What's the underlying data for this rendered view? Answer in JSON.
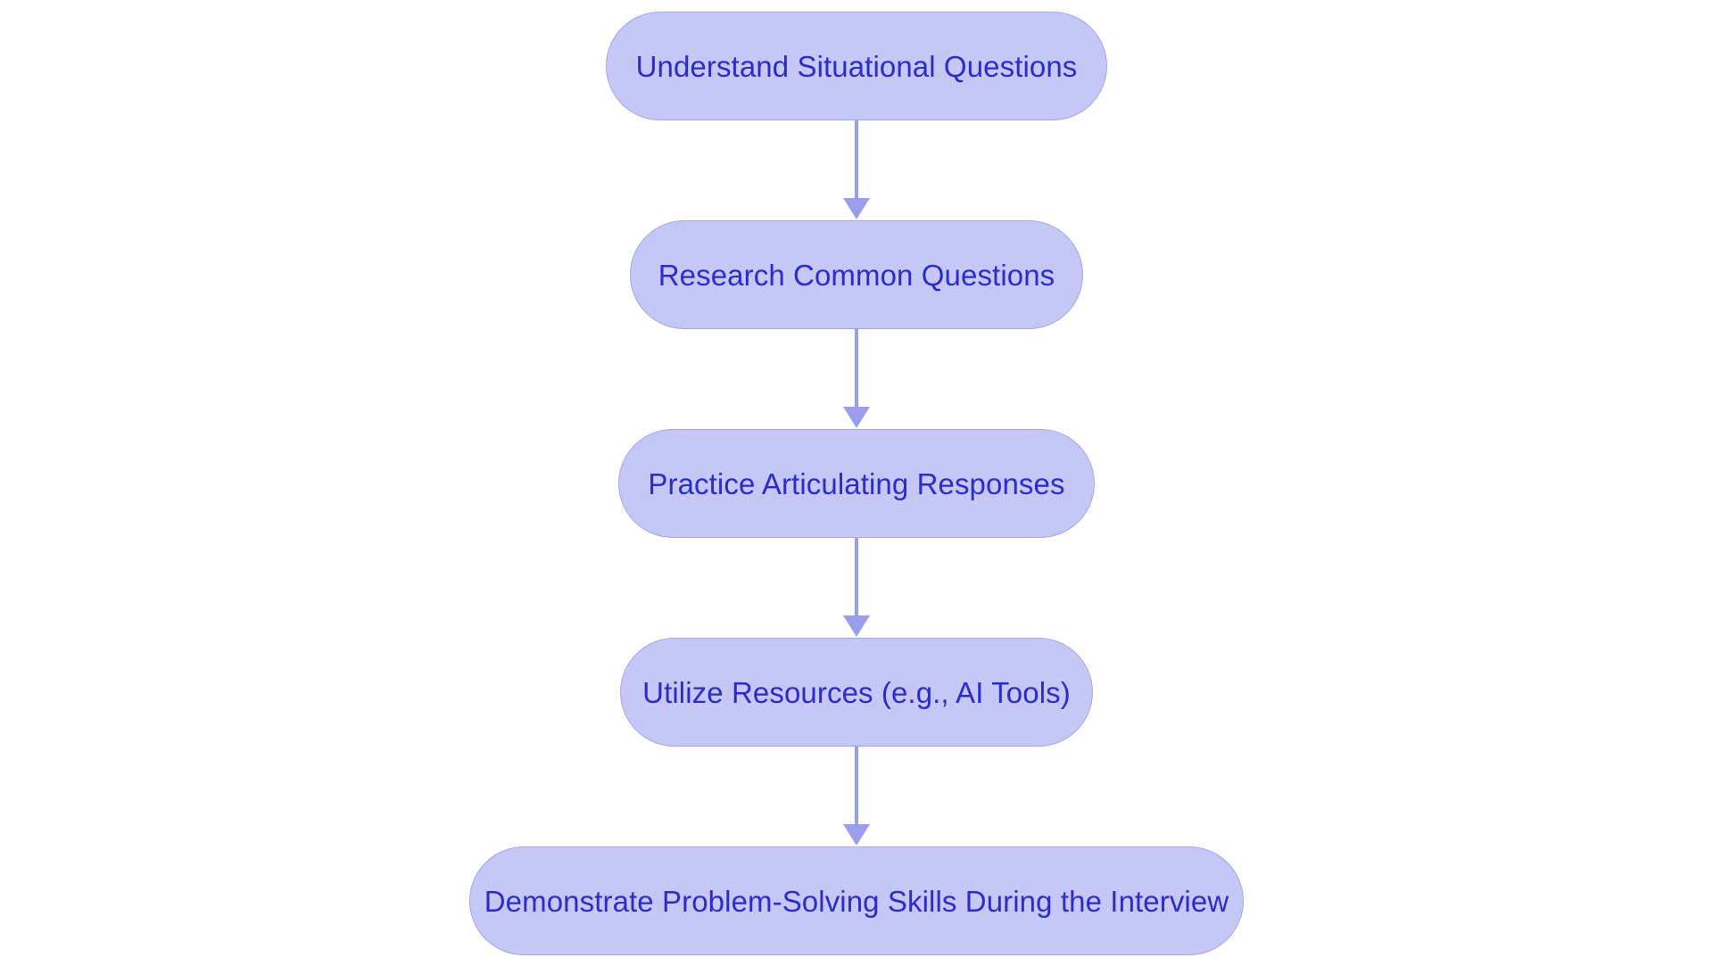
{
  "diagram": {
    "type": "flowchart",
    "orientation": "vertical-top-to-bottom",
    "background_color": "#ffffff",
    "node_fill_color": "#c5c8f7",
    "node_border_color": "#a3a7e8",
    "node_text_color": "#2c2ccc",
    "connector_color": "#9a9eec",
    "nodes": [
      {
        "id": "step-1",
        "label": "Understand Situational Questions"
      },
      {
        "id": "step-2",
        "label": "Research Common Questions"
      },
      {
        "id": "step-3",
        "label": "Practice Articulating Responses"
      },
      {
        "id": "step-4",
        "label": "Utilize Resources (e.g., AI Tools)"
      },
      {
        "id": "step-5",
        "label": "Demonstrate Problem-Solving Skills During the Interview"
      }
    ],
    "connectors": [
      {
        "from": "step-1",
        "to": "step-2",
        "arrow": "down-arrow-icon"
      },
      {
        "from": "step-2",
        "to": "step-3",
        "arrow": "down-arrow-icon"
      },
      {
        "from": "step-3",
        "to": "step-4",
        "arrow": "down-arrow-icon"
      },
      {
        "from": "step-4",
        "to": "step-5",
        "arrow": "down-arrow-icon"
      }
    ]
  }
}
